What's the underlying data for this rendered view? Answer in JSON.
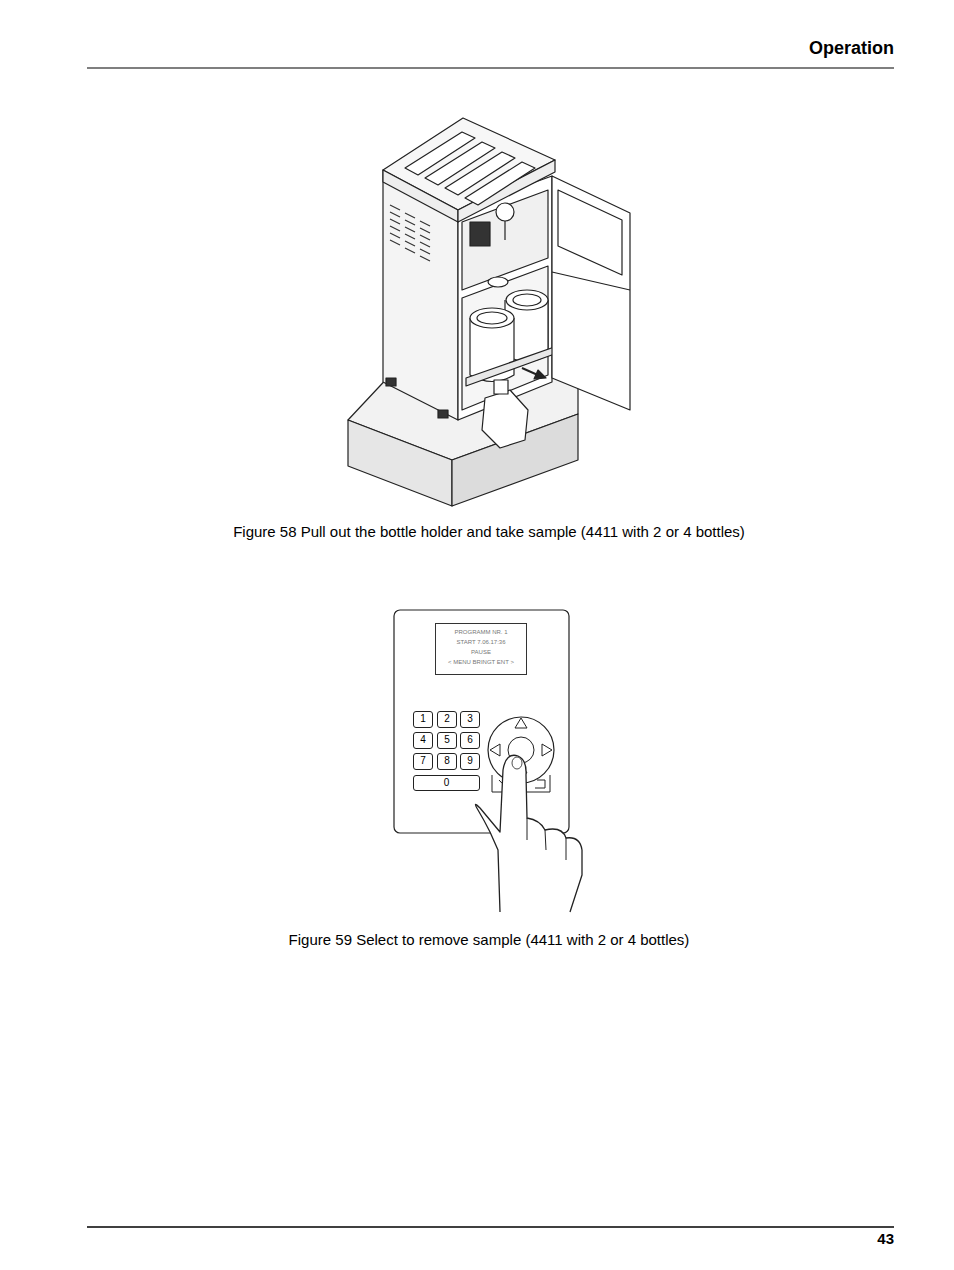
{
  "diagram": {
    "title": "Operation",
    "nodes": [
      {
        "text": [
          "PROGRAMM NR. 1",
          "START 7.06.17:36",
          "PAUSE",
          "< MENU BRINGT ENT >"
        ]
      },
      {
        "text": [
          "1"
        ]
      },
      {
        "text": [
          "2"
        ]
      },
      {
        "text": [
          "3"
        ]
      },
      {
        "text": [
          "4"
        ]
      },
      {
        "text": [
          "5"
        ]
      },
      {
        "text": [
          "6"
        ]
      },
      {
        "text": [
          "7"
        ]
      },
      {
        "text": [
          "8"
        ]
      },
      {
        "text": [
          "9"
        ]
      },
      {
        "text": [
          "0"
        ]
      }
    ],
    "labels": [
      "Figure 58 Pull out the bottle holder and take sample (4411 with 2 or 4 bottles)",
      "Figure 59 Select to remove sample (4411 with 2 or 4 bottles)",
      "43"
    ]
  }
}
